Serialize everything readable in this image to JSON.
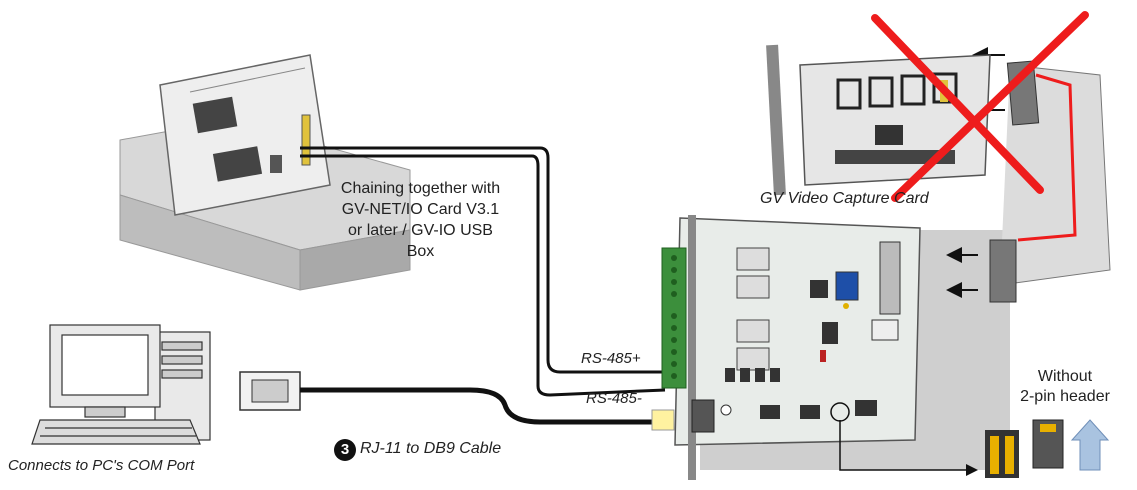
{
  "labels": {
    "chaining_line1": "Chaining together with",
    "chaining_line2": "GV-NET/IO Card V3.1",
    "chaining_line3": "or later / GV-IO USB",
    "chaining_line4": "Box",
    "video_capture_card": "GV Video Capture Card",
    "rs485_plus": "RS-485+",
    "rs485_minus": "RS-485-",
    "step_number": "3",
    "cable": "RJ-11 to DB9 Cable",
    "com_port": "Connects to PC's COM Port",
    "without_line1": "Without",
    "without_line2": "2-pin header"
  },
  "colors": {
    "board_green": "#e4e9e6",
    "terminal_green": "#3c8f3c",
    "cross_red": "#ee1c1c",
    "wire": "#111111",
    "jumper_yellow": "#e8b000",
    "arrow_blue": "#a9c3e0",
    "panel_gray": "#cfcfcf"
  }
}
